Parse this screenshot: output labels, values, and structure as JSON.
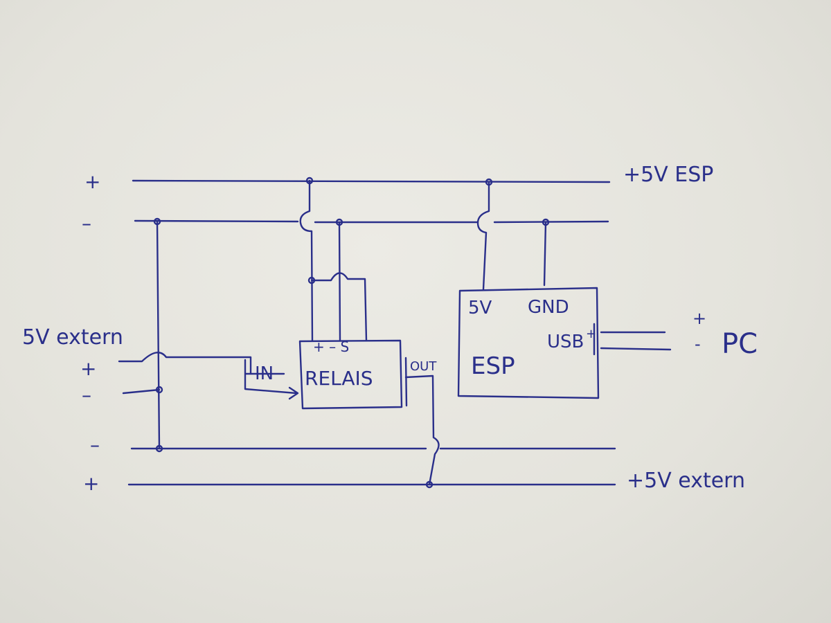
{
  "labels": {
    "left_plus_top": "+",
    "left_minus_top": "–",
    "extern_left": "5V extern",
    "extern_plus": "+",
    "extern_minus": "–",
    "left_minus_bottom": "–",
    "left_plus_bottom": "+",
    "plus_5v_esp": "+5V ESP",
    "plus_5v_extern": "+5V extern",
    "in": "IN",
    "out": "OUT",
    "pc_plus": "+",
    "pc_minus": "-",
    "pc": "PC"
  },
  "relay": {
    "name": "RELAIS",
    "pins": "+ –  S"
  },
  "esp": {
    "name": "ESP",
    "pin_5v": "5V",
    "pin_gnd": "GND",
    "pin_usb": "USB",
    "usb_plus": "+"
  }
}
